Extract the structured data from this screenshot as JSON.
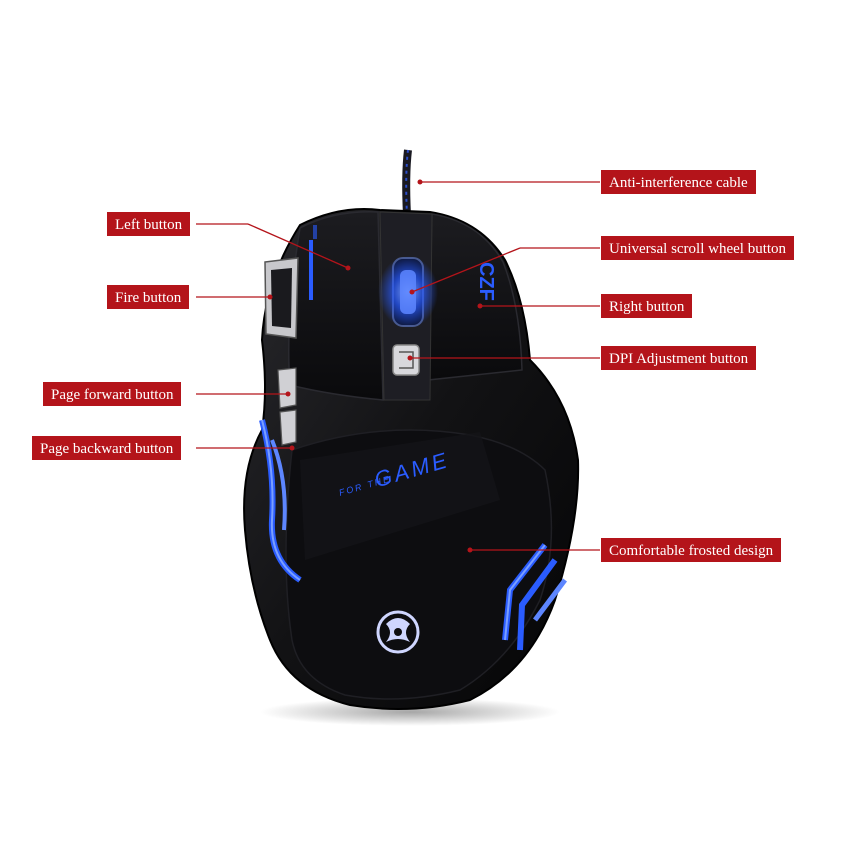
{
  "product": {
    "brand_text": "CZF",
    "slogan_small": "FOR THE",
    "slogan_large": "GAME"
  },
  "callouts": {
    "left_button": "Left button",
    "fire_button": "Fire button",
    "page_forward_button": "Page forward button",
    "page_backward_button": "Page backward button",
    "anti_interference_cable": "Anti-interference cable",
    "scroll_wheel_button": "Universal scroll wheel button",
    "right_button": "Right button",
    "dpi_button": "DPI Adjustment button",
    "frosted_design": "Comfortable frosted design"
  },
  "colors": {
    "label_bg": "#b4141a",
    "leader_line": "#b4141a",
    "mouse_body": "#111114",
    "led_blue": "#2a5cff"
  },
  "icons": {
    "logo": "dragon-swirl-logo-icon"
  }
}
